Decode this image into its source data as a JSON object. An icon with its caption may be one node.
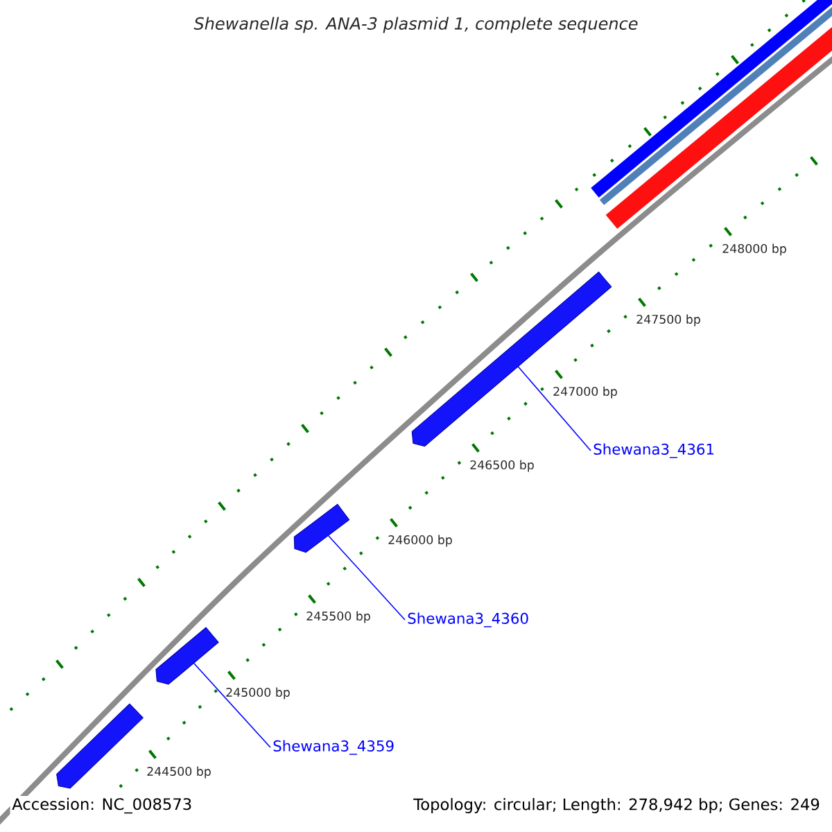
{
  "diagram": {
    "title": "Shewanella sp. ANA-3 plasmid 1, complete sequence",
    "nodes": [
      {
        "text": [],
        "shape": "arrow"
      },
      {
        "text": [
          "Shewana3_4361"
        ]
      },
      {
        "text": [],
        "shape": "arrow"
      },
      {
        "text": [
          "Shewana3_4360"
        ]
      },
      {
        "text": [],
        "shape": "arrow"
      },
      {
        "text": [
          "Shewana3_4359"
        ]
      },
      {
        "text": [],
        "shape": "arrow"
      }
    ],
    "edges": [
      {
        "from": 1,
        "to": 0,
        "arrow": "none"
      },
      {
        "from": 3,
        "to": 2,
        "arrow": "none"
      },
      {
        "from": 5,
        "to": 4,
        "arrow": "none"
      }
    ],
    "labels": [
      "248000 bp",
      "247500 bp",
      "247000 bp",
      "246500 bp",
      "246000 bp",
      "245500 bp",
      "245000 bp",
      "244500 bp",
      "Accession: NC_008573",
      "Topology: circular; Length: 278,942 bp; Genes: 249"
    ]
  }
}
